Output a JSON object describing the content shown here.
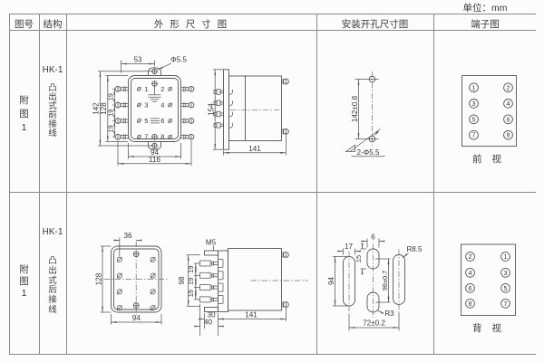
{
  "unit_label": "单位：mm",
  "headers": {
    "fig_no": "图号",
    "structure": "结构",
    "outline": "外 形 尺 寸 图",
    "install": "安装开孔尺寸图",
    "terminal": "端子图"
  },
  "rows": [
    {
      "fig_no": "附图1",
      "model": "HK-1",
      "structure": "凸出式前接线",
      "view_label": "前 视",
      "pins": [
        "1",
        "2",
        "3",
        "4",
        "5",
        "6",
        "7",
        "8"
      ],
      "outline_dims": {
        "top_width": "53",
        "hole_dia": "Φ5.5",
        "total_height": "142",
        "body_height": "128",
        "pitch": "19",
        "body_width": "94",
        "overall_width": "116",
        "side_height": "154",
        "side_depth": "141"
      },
      "install_dims": {
        "hole_spacing": "142±0.8",
        "holes": "2-Φ5.5"
      },
      "terminals": {
        "left": [
          "1",
          "3",
          "5",
          "7"
        ],
        "right": [
          "2",
          "4",
          "6",
          "8"
        ]
      }
    },
    {
      "fig_no": "附图1",
      "model": "HK-1",
      "structure": "凸出式后接线",
      "view_label": "背 视",
      "outline_dims": {
        "top_width": "36",
        "body_height": "128",
        "body_width": "94",
        "stud": "M5",
        "stud_span": "98",
        "pitch": "19",
        "stud_len": "30",
        "stud_over": "40",
        "side_depth": "141"
      },
      "install_dims": {
        "slot_w": "17",
        "slot_len": "94",
        "mid_w": "6",
        "mid_len": "15",
        "v_span": "98±0.7",
        "h_span": "72±0.2",
        "r_big": "R8.5",
        "r_small": "R3"
      },
      "terminals": {
        "left": [
          "2",
          "4",
          "6",
          "8"
        ],
        "right": [
          "1",
          "3",
          "5",
          "7"
        ]
      }
    }
  ]
}
